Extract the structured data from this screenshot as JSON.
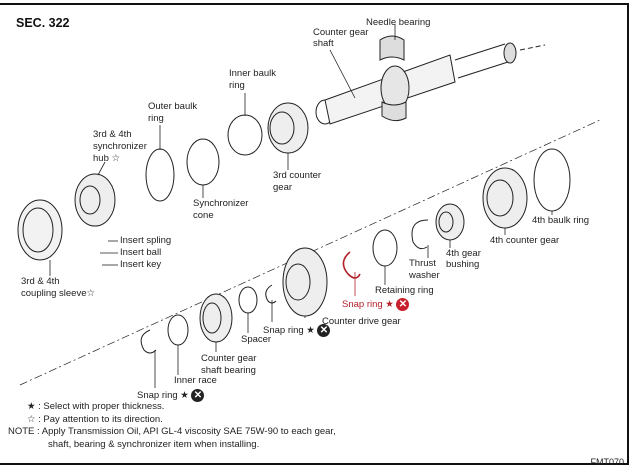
{
  "section": "SEC. 322",
  "figure_code": "FMT070",
  "colors": {
    "highlight": "#b3202a",
    "line": "#222222"
  },
  "labels": {
    "needle_bearing": "Needle bearing",
    "counter_gear_shaft_1": "Counter gear",
    "counter_gear_shaft_2": "shaft",
    "inner_baulk_ring_1": "Inner baulk",
    "inner_baulk_ring_2": "ring",
    "outer_baulk_ring_1": "Outer baulk",
    "outer_baulk_ring_2": "ring",
    "sync_hub_1": "3rd & 4th",
    "sync_hub_2": "synchronizer",
    "sync_hub_3": "hub ☆",
    "third_counter_gear_1": "3rd counter",
    "third_counter_gear_2": "gear",
    "sync_cone_1": "Synchronizer",
    "sync_cone_2": "cone",
    "fourth_baulk_ring": "4th baulk ring",
    "fourth_counter_gear": "4th counter gear",
    "fourth_gear_bushing_1": "4th gear",
    "fourth_gear_bushing_2": "bushing",
    "thrust_washer_1": "Thrust",
    "thrust_washer_2": "washer",
    "retaining_ring": "Retaining ring",
    "snap_ring_red": "Snap ring ★",
    "counter_drive_gear": "Counter drive gear",
    "snap_ring_mid": "Snap ring ★",
    "spacer": "Spacer",
    "counter_gear_shaft_bearing_1": "Counter gear",
    "counter_gear_shaft_bearing_2": "shaft bearing",
    "inner_race": "Inner race",
    "snap_ring_low": "Snap ring ★",
    "insert_spring": "Insert spling",
    "insert_ball": "Insert ball",
    "insert_key": "Insert key",
    "coupling_sleeve_1": "3rd & 4th",
    "coupling_sleeve_2": "coupling sleeve☆"
  },
  "icons": {
    "do_not_reuse": "✕"
  },
  "legend": {
    "star_filled": "★ : Select with proper thickness.",
    "star_open": "☆ : Pay attention to its direction.",
    "note_1": "NOTE : Apply Transmission Oil, API GL-4 viscosity SAE 75W-90 to each gear,",
    "note_2": "shaft, bearing & synchronizer item when installing."
  }
}
